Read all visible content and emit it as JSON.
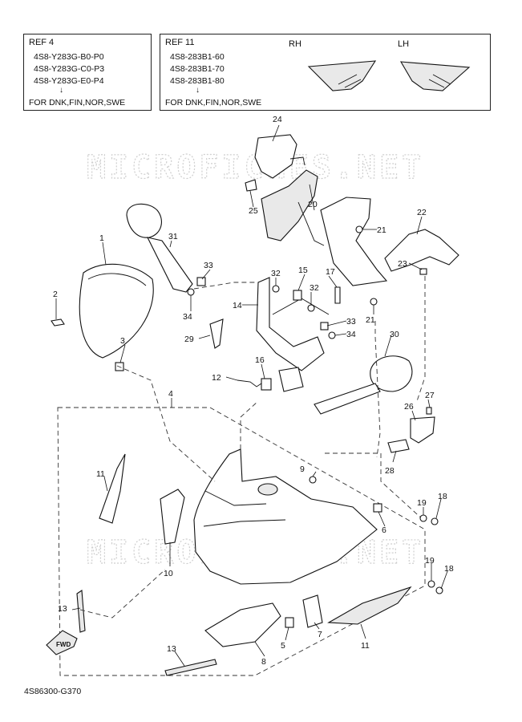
{
  "ref4": {
    "title": "REF 4",
    "codes": [
      "4S8-Y283G-B0-P0",
      "4S8-Y283G-C0-P3",
      "4S8-Y283G-E0-P4"
    ],
    "arrow": "↓",
    "footer": "FOR DNK,FIN,NOR,SWE"
  },
  "ref11": {
    "title": "REF 11",
    "codes": [
      "4S8-283B1-60",
      "4S8-283B1-70",
      "4S8-283B1-80"
    ],
    "arrow": "↓",
    "footer": "FOR DNK,FIN,NOR,SWE",
    "rh_label": "RH",
    "lh_label": "LH"
  },
  "watermark": "MICROFICHES.NET",
  "fwd_label": "FWD",
  "diagram_code": "4S86300-G370",
  "callouts": {
    "c24": "24",
    "c25": "25",
    "c20": "20",
    "c21a": "21",
    "c22": "22",
    "c23": "23",
    "c1": "1",
    "c31": "31",
    "c33a": "33",
    "c32a": "32",
    "c15": "15",
    "c17": "17",
    "c2": "2",
    "c34a": "34",
    "c14": "14",
    "c32b": "32",
    "c21b": "21",
    "c33b": "33",
    "c34b": "34",
    "c3": "3",
    "c29": "29",
    "c30": "30",
    "c16": "16",
    "c12": "12",
    "c4": "4",
    "c27": "27",
    "c26": "26",
    "c28": "28",
    "c11a": "11",
    "c9": "9",
    "c19a": "19",
    "c18a": "18",
    "c6": "6",
    "c10": "10",
    "c19b": "19",
    "c18b": "18",
    "c13a": "13",
    "c5": "5",
    "c7": "7",
    "c11b": "11",
    "c13b": "13",
    "c8": "8"
  }
}
